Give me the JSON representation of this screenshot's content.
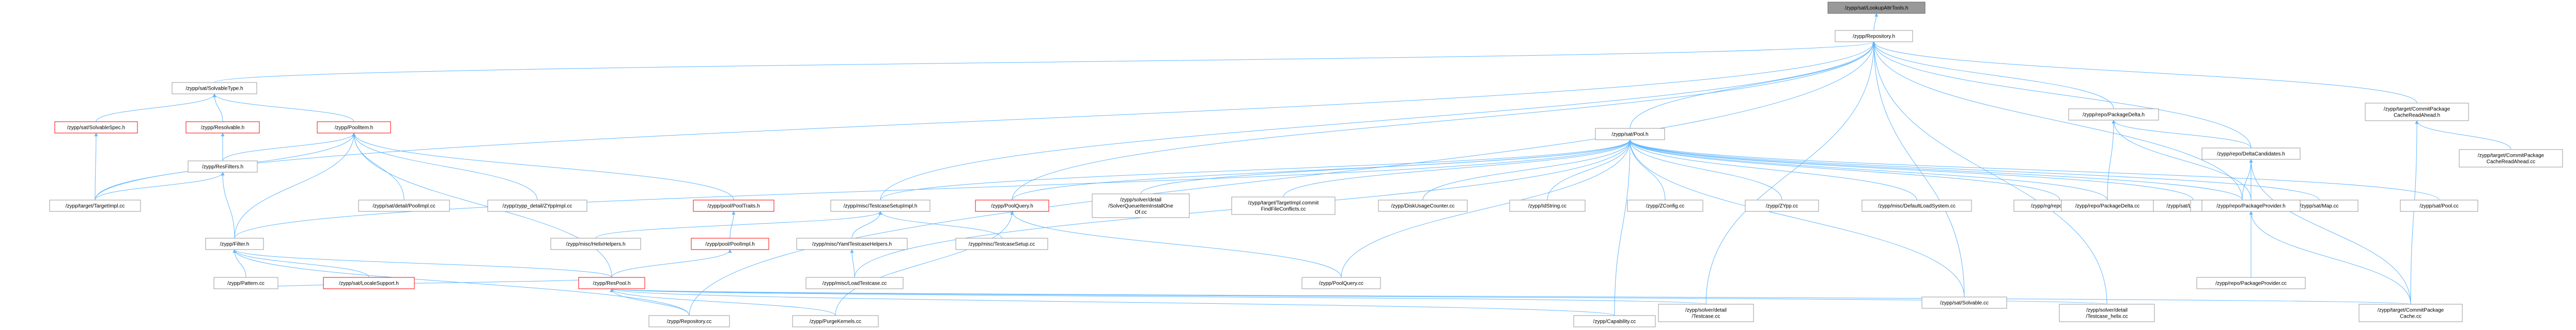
{
  "graph": {
    "type": "include-dependency",
    "edge_color": "#63b8ff",
    "nodes": [
      {
        "id": "lookupattrtools",
        "label": "/zypp/sat/LookupAttrTools.h",
        "style": "focus"
      },
      {
        "id": "repository",
        "label": "/zypp/Repository.h",
        "style": "normal"
      },
      {
        "id": "solvabletype",
        "label": "/zypp/sat/SolvableType.h",
        "style": "normal"
      },
      {
        "id": "solvablespec",
        "label": "/zypp/sat/SolvableSpec.h",
        "style": "red"
      },
      {
        "id": "resolvable",
        "label": "/zypp/Resolvable.h",
        "style": "red"
      },
      {
        "id": "poolitem",
        "label": "/zypp/PoolItem.h",
        "style": "red"
      },
      {
        "id": "resfilters",
        "label": "/zypp/ResFilters.h",
        "style": "normal"
      },
      {
        "id": "targetimpl",
        "label": "/zypp/target/TargetImpl.cc",
        "style": "normal"
      },
      {
        "id": "filter",
        "label": "/zypp/Filter.h",
        "style": "normal"
      },
      {
        "id": "pattern",
        "label": "/zypp/Pattern.cc",
        "style": "normal"
      },
      {
        "id": "poolimpl",
        "label": "/zypp/sat/detail/PoolImpl.cc",
        "style": "normal"
      },
      {
        "id": "zyppimpl",
        "label": "/zypp/zypp_detail/ZYppImpl.cc",
        "style": "normal"
      },
      {
        "id": "pooltraits",
        "label": "/zypp/pool/PoolTraits.h",
        "style": "red"
      },
      {
        "id": "satpool",
        "label": "/zypp/sat/Pool.h",
        "style": "normal"
      },
      {
        "id": "testcasesetupimpl",
        "label": "/zypp/misc/TestcaseSetupImpl.h",
        "style": "normal"
      },
      {
        "id": "poolquery",
        "label": "/zypp/PoolQuery.h",
        "style": "red"
      },
      {
        "id": "solverqueue",
        "label": "/zypp/solver/detail\n/SolverQueueItemInstallOne\nOf.cc",
        "style": "normal"
      },
      {
        "id": "findfileconflicts",
        "label": "/zypp/target/TargetImpl.commit\nFindFileConflicts.cc",
        "style": "normal"
      },
      {
        "id": "diskusagecounter",
        "label": "/zypp/DiskUsageCounter.cc",
        "style": "normal"
      },
      {
        "id": "idstring",
        "label": "/zypp/IdString.cc",
        "style": "normal"
      },
      {
        "id": "zconfig",
        "label": "/zypp/ZConfig.cc",
        "style": "normal"
      },
      {
        "id": "zypp",
        "label": "/zypp/ZYpp.cc",
        "style": "normal"
      },
      {
        "id": "defaultloadsystem",
        "label": "/zypp/misc/DefaultLoadSystem.cc",
        "style": "normal"
      },
      {
        "id": "repomanager",
        "label": "/zypp/ng/repomanager.cc",
        "style": "normal"
      },
      {
        "id": "lookupattr",
        "label": "/zypp/sat/LookupAttr.cc",
        "style": "normal"
      },
      {
        "id": "satmap",
        "label": "/zypp/sat/Map.cc",
        "style": "normal"
      },
      {
        "id": "satpoolcc",
        "label": "/zypp/sat/Pool.cc",
        "style": "normal"
      },
      {
        "id": "solvablecc",
        "label": "/zypp/sat/Solvable.cc",
        "style": "normal"
      },
      {
        "id": "packagedeltacc",
        "label": "/zypp/repo/PackageDelta.cc",
        "style": "normal"
      },
      {
        "id": "deltacandidatescc",
        "label": "/zypp/repo/DeltaCandidates.cc",
        "style": "normal"
      },
      {
        "id": "packagedelta",
        "label": "/zypp/repo/PackageDelta.h",
        "style": "normal"
      },
      {
        "id": "deltacandidates",
        "label": "/zypp/repo/DeltaCandidates.h",
        "style": "normal"
      },
      {
        "id": "packageprovider",
        "label": "/zypp/repo/PackageProvider.h",
        "style": "normal"
      },
      {
        "id": "packageprovidercc",
        "label": "/zypp/repo/PackageProvider.cc",
        "style": "normal"
      },
      {
        "id": "commitcachereadahead",
        "label": "/zypp/target/CommitPackage\nCacheReadAhead.h",
        "style": "normal"
      },
      {
        "id": "commitcachereadaheadcc",
        "label": "/zypp/target/CommitPackage\nCacheReadAhead.cc",
        "style": "normal"
      },
      {
        "id": "commitcachecc",
        "label": "/zypp/target/CommitPackage\nCache.cc",
        "style": "normal"
      },
      {
        "id": "testcasesetup",
        "label": "/zypp/misc/TestcaseSetup.cc",
        "style": "normal"
      },
      {
        "id": "yamltestcasehelpers",
        "label": "/zypp/misc/YamlTestcaseHelpers.h",
        "style": "normal"
      },
      {
        "id": "loadtestcase",
        "label": "/zypp/misc/LoadTestcase.cc",
        "style": "normal"
      },
      {
        "id": "poolimplh",
        "label": "/zypp/pool/PoolImpl.h",
        "style": "red"
      },
      {
        "id": "helixhelpers",
        "label": "/zypp/misc/HelixHelpers.h",
        "style": "normal"
      },
      {
        "id": "respool",
        "label": "/zypp/ResPool.h",
        "style": "red"
      },
      {
        "id": "localesupport",
        "label": "/zypp/sat/LocaleSupport.h",
        "style": "red"
      },
      {
        "id": "repositorycc",
        "label": "/zypp/Repository.cc",
        "style": "normal"
      },
      {
        "id": "purgekernels",
        "label": "/zypp/PurgeKernels.cc",
        "style": "normal"
      },
      {
        "id": "capability",
        "label": "/zypp/Capability.cc",
        "style": "normal"
      },
      {
        "id": "poolquerycc",
        "label": "/zypp/PoolQuery.cc",
        "style": "normal"
      },
      {
        "id": "testcasecc",
        "label": "/zypp/solver/detail\n/Testcase.cc",
        "style": "normal"
      },
      {
        "id": "testcasehelix",
        "label": "/zypp/solver/detail\n/Testcase_helix.cc",
        "style": "normal"
      }
    ],
    "edges": [
      [
        "repository",
        "lookupattrtools"
      ],
      [
        "solvabletype",
        "repository"
      ],
      [
        "satpool",
        "repository"
      ],
      [
        "packagedelta",
        "repository"
      ],
      [
        "deltacandidates",
        "repository"
      ],
      [
        "commitcachereadahead",
        "repository"
      ],
      [
        "solvablecc",
        "repository"
      ],
      [
        "deltacandidatescc",
        "repository"
      ],
      [
        "testcasesetupimpl",
        "repository"
      ],
      [
        "poolquery",
        "repository"
      ],
      [
        "targetimpl",
        "repository"
      ],
      [
        "repositorycc",
        "repository"
      ],
      [
        "testcasecc",
        "repository"
      ],
      [
        "testcasehelix",
        "repository"
      ],
      [
        "solvablespec",
        "solvabletype"
      ],
      [
        "resolvable",
        "solvabletype"
      ],
      [
        "poolitem",
        "solvabletype"
      ],
      [
        "targetimpl",
        "solvablespec"
      ],
      [
        "resfilters",
        "resolvable"
      ],
      [
        "resfilters",
        "poolitem"
      ],
      [
        "filter",
        "poolitem"
      ],
      [
        "poolimpl",
        "poolitem"
      ],
      [
        "zyppimpl",
        "poolitem"
      ],
      [
        "pooltraits",
        "poolitem"
      ],
      [
        "respool",
        "poolitem"
      ],
      [
        "targetimpl",
        "poolitem"
      ],
      [
        "targetimpl",
        "resfilters"
      ],
      [
        "filter",
        "resfilters"
      ],
      [
        "pattern",
        "filter"
      ],
      [
        "respool",
        "filter"
      ],
      [
        "repositorycc",
        "filter"
      ],
      [
        "localesupport",
        "filter"
      ],
      [
        "poolimplh",
        "pooltraits"
      ],
      [
        "respool",
        "poolimplh"
      ],
      [
        "testcasesetupimpl",
        "satpool"
      ],
      [
        "poolquery",
        "satpool"
      ],
      [
        "solverqueue",
        "satpool"
      ],
      [
        "findfileconflicts",
        "satpool"
      ],
      [
        "diskusagecounter",
        "satpool"
      ],
      [
        "idstring",
        "satpool"
      ],
      [
        "zconfig",
        "satpool"
      ],
      [
        "zypp",
        "satpool"
      ],
      [
        "defaultloadsystem",
        "satpool"
      ],
      [
        "repomanager",
        "satpool"
      ],
      [
        "lookupattr",
        "satpool"
      ],
      [
        "satmap",
        "satpool"
      ],
      [
        "satpoolcc",
        "satpool"
      ],
      [
        "solvablecc",
        "satpool"
      ],
      [
        "packagedeltacc",
        "satpool"
      ],
      [
        "deltacandidatescc",
        "satpool"
      ],
      [
        "poolquerycc",
        "satpool"
      ],
      [
        "filter",
        "satpool"
      ],
      [
        "capability",
        "satpool"
      ],
      [
        "loadtestcase",
        "satpool"
      ],
      [
        "testcasesetup",
        "testcasesetupimpl"
      ],
      [
        "yamltestcasehelpers",
        "testcasesetupimpl"
      ],
      [
        "helixhelpers",
        "testcasesetupimpl"
      ],
      [
        "loadtestcase",
        "yamltestcasehelpers"
      ],
      [
        "poolquerycc",
        "poolquery"
      ],
      [
        "purgekernels",
        "poolquery"
      ],
      [
        "packagedeltacc",
        "packagedelta"
      ],
      [
        "deltacandidates",
        "packagedelta"
      ],
      [
        "packageprovider",
        "packagedelta"
      ],
      [
        "deltacandidatescc",
        "deltacandidates"
      ],
      [
        "packageprovider",
        "deltacandidates"
      ],
      [
        "commitcachecc",
        "deltacandidates"
      ],
      [
        "packageprovidercc",
        "packageprovider"
      ],
      [
        "commitcachecc",
        "packageprovider"
      ],
      [
        "commitcachereadaheadcc",
        "commitcachereadahead"
      ],
      [
        "commitcachecc",
        "commitcachereadahead"
      ],
      [
        "repositorycc",
        "respool"
      ],
      [
        "purgekernels",
        "respool"
      ],
      [
        "capability",
        "respool"
      ],
      [
        "pattern",
        "respool"
      ],
      [
        "testcasecc",
        "respool"
      ],
      [
        "testcasehelix",
        "respool"
      ],
      [
        "commitcachecc",
        "respool"
      ]
    ]
  }
}
